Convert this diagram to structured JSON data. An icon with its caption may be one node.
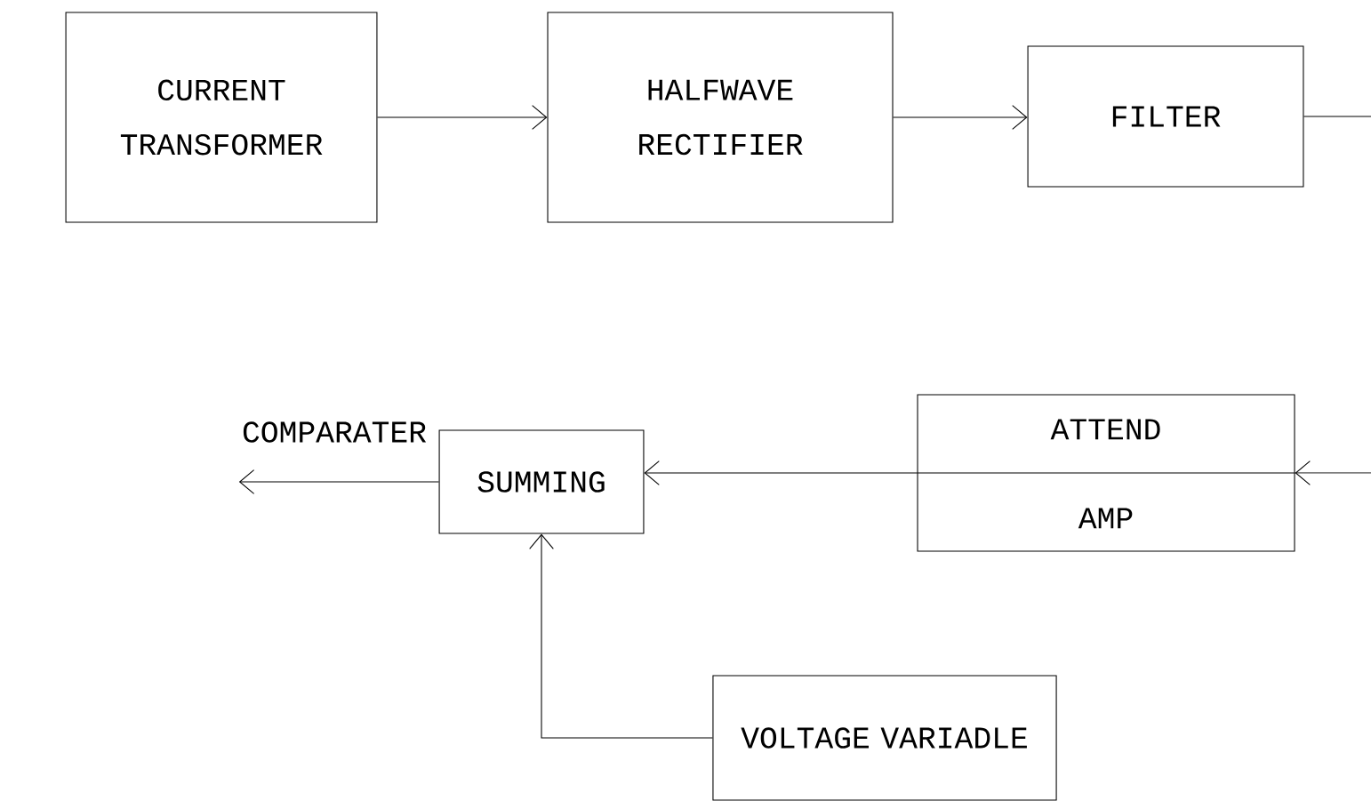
{
  "diagram": {
    "nodes": [
      {
        "text": [
          "CURRENT TRANSFORMER"
        ]
      },
      {
        "text": [
          "HALFWAVE RECTIFIER"
        ]
      },
      {
        "text": [
          "FILTER"
        ]
      },
      {
        "text": [
          "COMPARATER"
        ]
      },
      {
        "text": [
          "SUMMING"
        ]
      },
      {
        "text": [
          "ATTEND",
          "AMP"
        ]
      },
      {
        "text": [
          "VOLTAGE VARIADLE"
        ]
      }
    ],
    "edges": [
      {
        "from": 0,
        "to": 1,
        "arrow": "to"
      },
      {
        "from": 1,
        "to": 2,
        "arrow": "to"
      },
      {
        "from": 2,
        "to": null,
        "arrow": "none"
      },
      {
        "from": null,
        "to": 5,
        "arrow": "to"
      },
      {
        "from": 5,
        "to": 4,
        "arrow": "to"
      },
      {
        "from": 4,
        "to": 3,
        "arrow": "to"
      },
      {
        "from": 6,
        "to": 4,
        "arrow": "to"
      }
    ]
  }
}
